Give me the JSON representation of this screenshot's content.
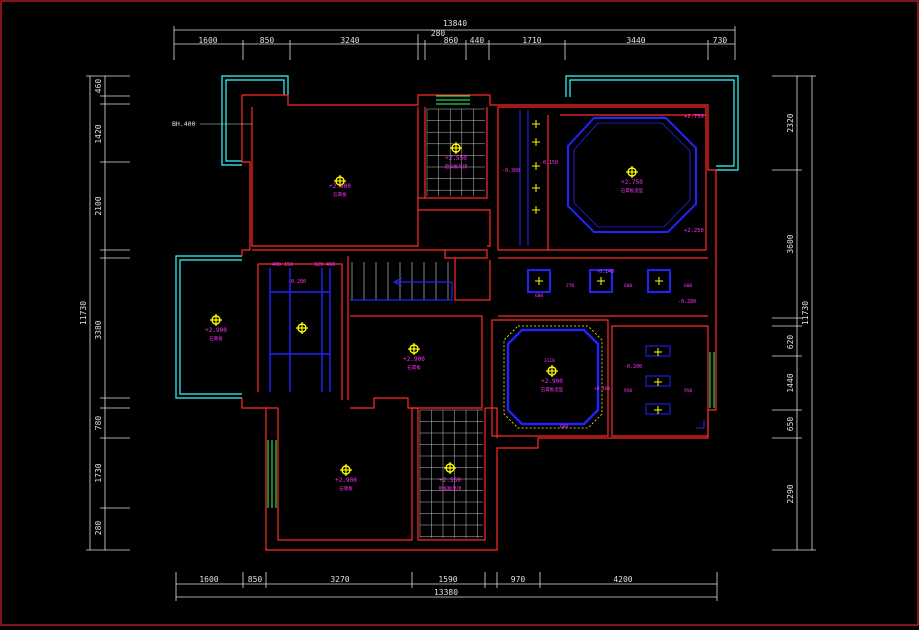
{
  "colors": {
    "background": "#000000",
    "wall": "#ff2a2a",
    "dimension": "#e0e0e0",
    "balcony": "#33ffff",
    "ceiling": "#2222ff",
    "text": "#ff33ff",
    "light": "#ffff00",
    "green": "#33ff66",
    "grid": "#c0c0c0"
  },
  "dimensions": {
    "top_total": "13840",
    "top_mid": "280",
    "top_segments": [
      "1600",
      "850",
      "3240",
      "860",
      "440",
      "1710",
      "3440",
      "730"
    ],
    "bottom_total": "13380",
    "bottom_segments": [
      "1600",
      "850",
      "3270",
      "1590",
      "970",
      "4200"
    ],
    "left_total": "11730",
    "left_segments": [
      "460",
      "1420",
      "2100",
      "3380",
      "780",
      "1730",
      "280"
    ],
    "right_total": "11730",
    "right_segments": [
      "2320",
      "3600",
      "620",
      "1440",
      "650",
      "2290"
    ]
  },
  "labels": {
    "bh": "BH.400",
    "corridor_values": [
      "400 150",
      "329 460",
      "-0.200"
    ],
    "upper_right_level": "+2.750",
    "upper_right_level2": "+2.250",
    "small_levels": [
      "-0.150",
      "-0.300",
      "-0.140"
    ],
    "beam_labels": [
      "600",
      "270",
      "600",
      "600"
    ],
    "mid_right_level": "-0.280",
    "lower_right_levels": [
      "-0.200",
      "950",
      "+0.100",
      "950"
    ],
    "lower_mid_marks": [
      "3110",
      "600"
    ]
  },
  "rooms": [
    {
      "id": "top-left",
      "level": "+2.900",
      "sub": "石膏板"
    },
    {
      "id": "top-mid",
      "level": "+2.550",
      "sub": "铝扣板吊顶"
    },
    {
      "id": "top-right",
      "level": "+2.750",
      "sub": "石膏板造型"
    },
    {
      "id": "mid-left",
      "level": "+2.900",
      "sub": "石膏板"
    },
    {
      "id": "mid-mid",
      "level": "+2.900",
      "sub": "石膏板"
    },
    {
      "id": "lower-right",
      "level": "+2.900",
      "sub": "石膏板造型"
    },
    {
      "id": "bottom-left",
      "level": "+2.900",
      "sub": "石膏板"
    },
    {
      "id": "bottom-mid",
      "level": "+2.550",
      "sub": "铝扣板吊顶"
    }
  ]
}
